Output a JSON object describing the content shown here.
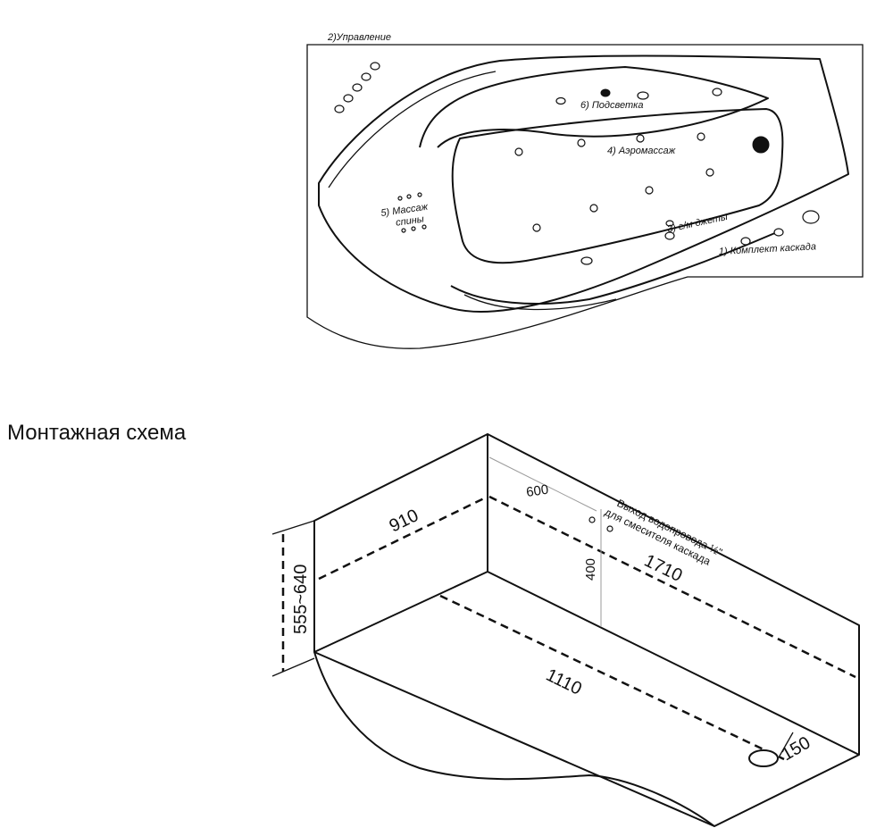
{
  "top_view": {
    "labels": {
      "control": "2)Управление",
      "lighting": "6) Подсветка",
      "aeromassage": "4) Аэромассаж",
      "back_massage_line1": "5) Массаж",
      "back_massage_line2": "спины",
      "hydro_jets": "3) г/м джеты",
      "cascade_kit": "1) Комплект каскада"
    }
  },
  "installation": {
    "title": "Монтажная схема",
    "dimensions": {
      "width": "910",
      "height": "555~640",
      "length": "1710",
      "inner_length": "1110",
      "pipe_offset_x": "600",
      "pipe_offset_y": "400",
      "drain": "150"
    },
    "pipe_note_line1": "Выход водопровода ½\"",
    "pipe_note_line2": "для смесителя каскада"
  }
}
